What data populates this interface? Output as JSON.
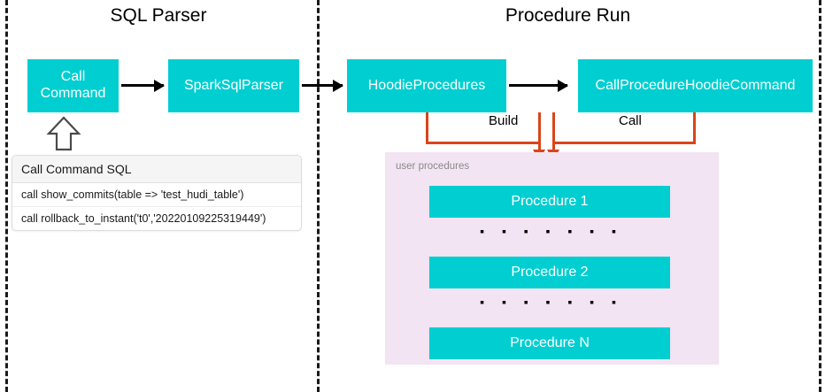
{
  "diagram": {
    "title_left": "SQL Parser",
    "title_right": "Procedure Run"
  },
  "boxes": {
    "call_command": "Call\nCommand",
    "spark_sql_parser": "SparkSqlParser",
    "hoodie_procedures": "HoodieProcedures",
    "call_procedure_hoodie_command": "CallProcedureHoodieCommand"
  },
  "edges": {
    "build_label": "Build",
    "call_label": "Call"
  },
  "sql_card": {
    "header": "Call Command SQL",
    "rows": [
      "call show_commits(table => 'test_hudi_table')",
      "call rollback_to_instant('t0','20220109225319449')"
    ]
  },
  "user_procedures": {
    "label": "user procedures",
    "items": [
      "Procedure 1",
      "Procedure 2",
      "Procedure N"
    ],
    "ellipsis": "▪ ▪ ▪ ▪ ▪ ▪ ▪"
  },
  "colors": {
    "teal": "#00CED1",
    "orange": "#D9451A",
    "panel_lavender": "#F2E4F2",
    "arrow_black": "#000000",
    "divider_dash": "#1A1A1A"
  }
}
